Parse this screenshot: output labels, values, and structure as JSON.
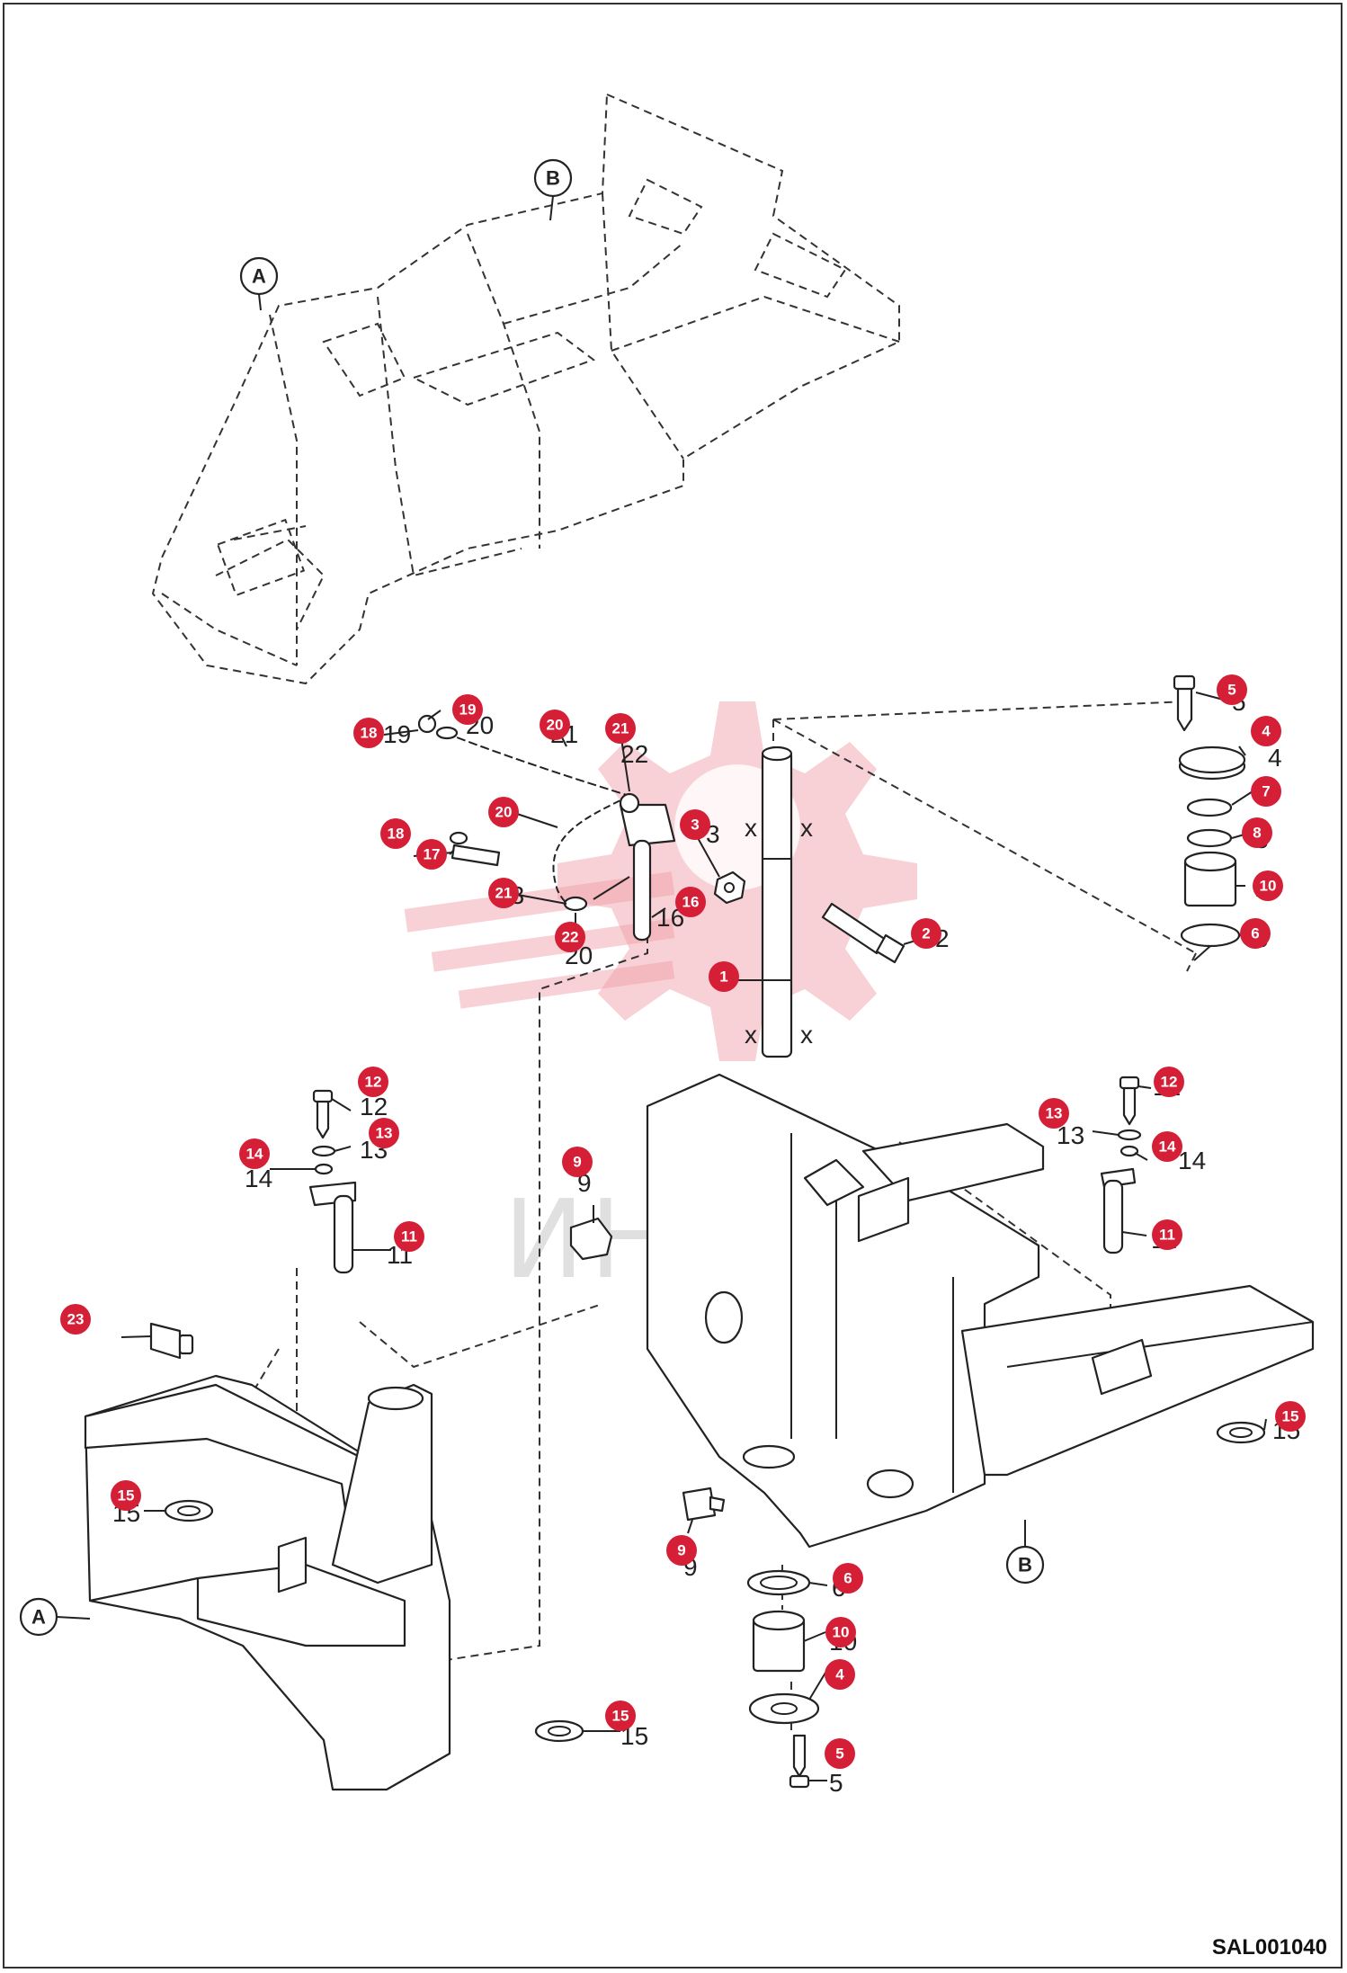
{
  "drawing_code": "SAL001040",
  "watermark": "ИНТЕХ",
  "view_refs": {
    "A": "A",
    "B": "B"
  },
  "callouts": [
    {
      "id": "c1",
      "label": "1"
    },
    {
      "id": "c2",
      "label": "2"
    },
    {
      "id": "c3",
      "label": "3"
    },
    {
      "id": "c4a",
      "label": "4"
    },
    {
      "id": "c4b",
      "label": "4"
    },
    {
      "id": "c5a",
      "label": "5"
    },
    {
      "id": "c5b",
      "label": "5"
    },
    {
      "id": "c6a",
      "label": "6"
    },
    {
      "id": "c6b",
      "label": "6"
    },
    {
      "id": "c7",
      "label": "7"
    },
    {
      "id": "c8",
      "label": "8"
    },
    {
      "id": "c9a",
      "label": "9"
    },
    {
      "id": "c9b",
      "label": "9"
    },
    {
      "id": "c10a",
      "label": "10"
    },
    {
      "id": "c10b",
      "label": "10"
    },
    {
      "id": "c11a",
      "label": "11"
    },
    {
      "id": "c11b",
      "label": "11"
    },
    {
      "id": "c12a",
      "label": "12"
    },
    {
      "id": "c12b",
      "label": "12"
    },
    {
      "id": "c13a",
      "label": "13"
    },
    {
      "id": "c13b",
      "label": "13"
    },
    {
      "id": "c14a",
      "label": "14"
    },
    {
      "id": "c14b",
      "label": "14"
    },
    {
      "id": "c15a",
      "label": "15"
    },
    {
      "id": "c15b",
      "label": "15"
    },
    {
      "id": "c15c",
      "label": "15"
    },
    {
      "id": "c16",
      "label": "16"
    },
    {
      "id": "c17",
      "label": "17"
    },
    {
      "id": "c18a",
      "label": "18"
    },
    {
      "id": "c18b",
      "label": "18"
    },
    {
      "id": "c19",
      "label": "19"
    },
    {
      "id": "c20a",
      "label": "20"
    },
    {
      "id": "c20b",
      "label": "20"
    },
    {
      "id": "c21a",
      "label": "21"
    },
    {
      "id": "c21b",
      "label": "21"
    },
    {
      "id": "c22",
      "label": "22"
    },
    {
      "id": "c23",
      "label": "23"
    }
  ],
  "colors": {
    "badge": "#d51f36",
    "watermark": "#ef9aa3",
    "line": "#222222"
  }
}
